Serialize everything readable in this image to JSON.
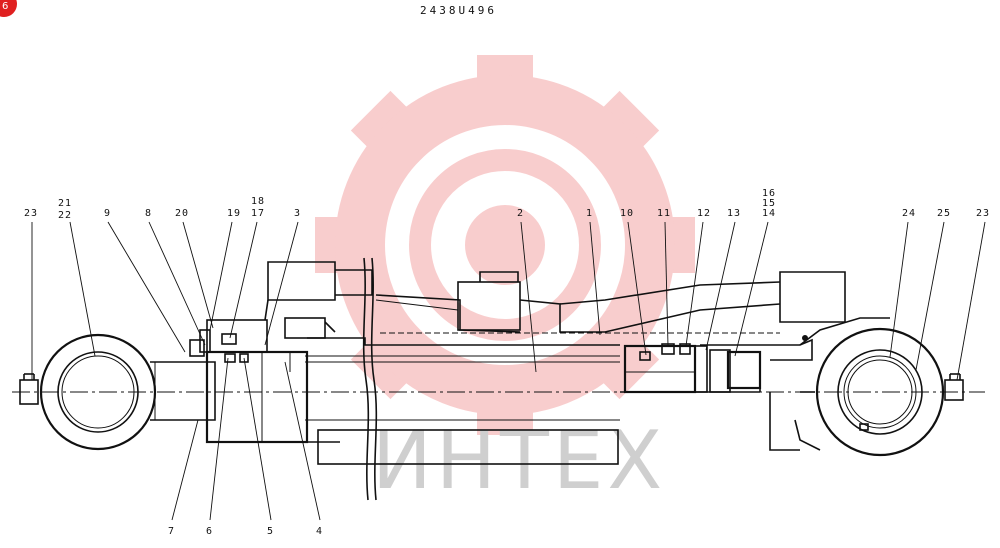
{
  "drawing": {
    "part_number": "2438U496",
    "corner_badge": "6"
  },
  "watermark": {
    "text": "ИНТЕХ",
    "gear_color": "#f4a5a5",
    "text_color": "#cfcfcf"
  },
  "callouts": {
    "c23_left": "23",
    "c21": "21",
    "c22": "22",
    "c9": "9",
    "c8": "8",
    "c20": "20",
    "c19": "19",
    "c18": "18",
    "c17": "17",
    "c3": "3",
    "c2": "2",
    "c1": "1",
    "c10": "10",
    "c11": "11",
    "c12": "12",
    "c13": "13",
    "c16": "16",
    "c15": "15",
    "c14": "14",
    "c24": "24",
    "c25": "25",
    "c23_right": "23",
    "c7": "7",
    "c6": "6",
    "c5": "5",
    "c4": "4"
  },
  "colors": {
    "ink": "#111111",
    "badge": "#e02020"
  }
}
